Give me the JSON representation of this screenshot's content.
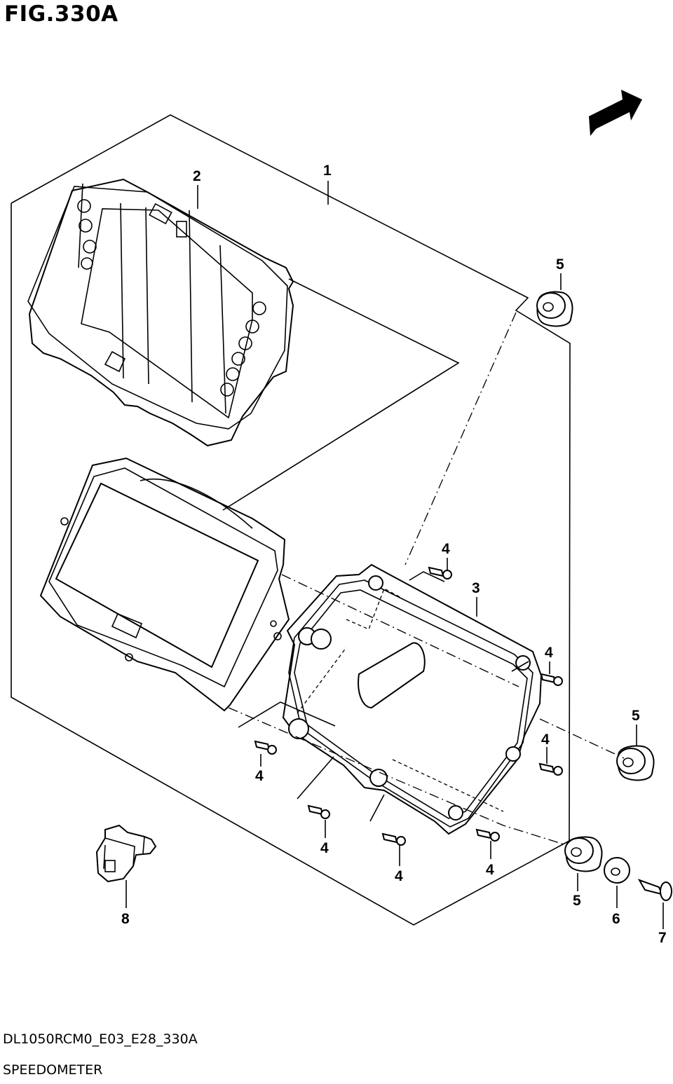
{
  "figure": {
    "title": "FIG.330A",
    "direction_label": "FWD",
    "drawing_code": "DL1050RCM0_E03_E28_330A",
    "section_name": "SPEEDOMETER"
  },
  "callouts": {
    "c1": "1",
    "c2": "2",
    "c3": "3",
    "c4a": "4",
    "c4b": "4",
    "c4c": "4",
    "c4d": "4",
    "c4e": "4",
    "c4f": "4",
    "c4g": "4",
    "c5a": "5",
    "c5b": "5",
    "c5c": "5",
    "c6": "6",
    "c7": "7",
    "c8": "8"
  }
}
